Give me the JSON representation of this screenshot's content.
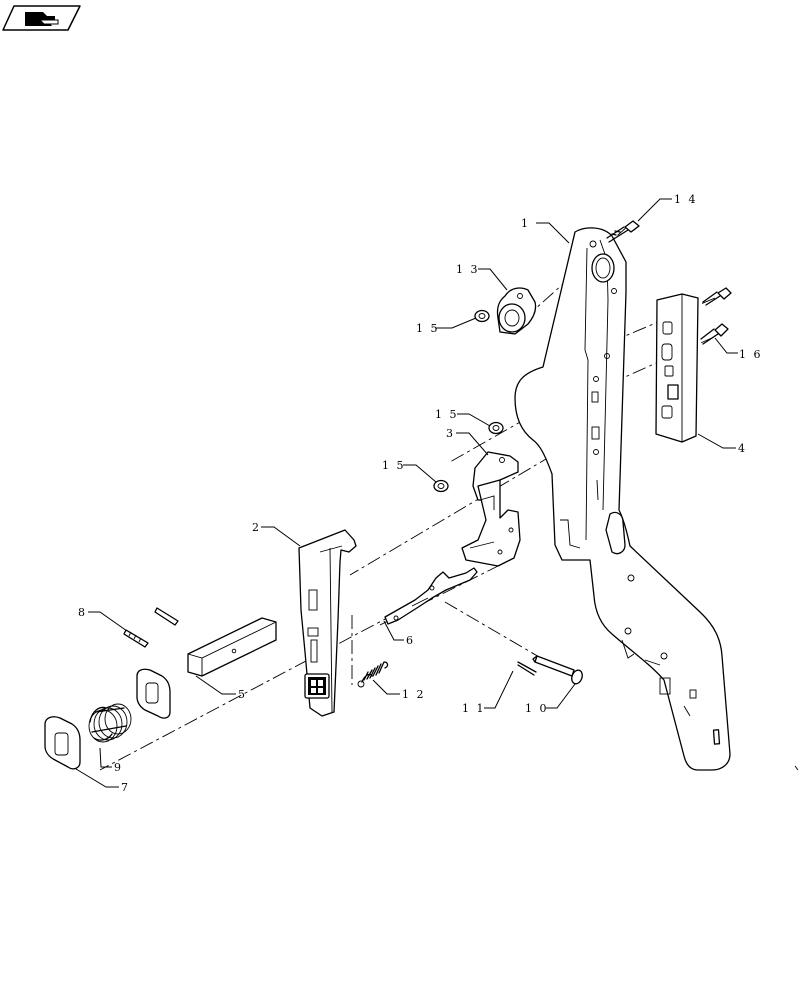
{
  "nav_icon": {
    "name": "back-page-icon"
  },
  "callouts": {
    "c1": "1",
    "c2": "2",
    "c3": "3",
    "c4": "4",
    "c5": "5",
    "c6": "6",
    "c7": "7",
    "c8": "8",
    "c9": "9",
    "c10": "1 0",
    "c11": "1 1",
    "c12": "1 2",
    "c13": "1 3",
    "c14": "1 4",
    "c15a": "1 5",
    "c15b": "1 5",
    "c15c": "1 5",
    "c16": "1 6"
  }
}
